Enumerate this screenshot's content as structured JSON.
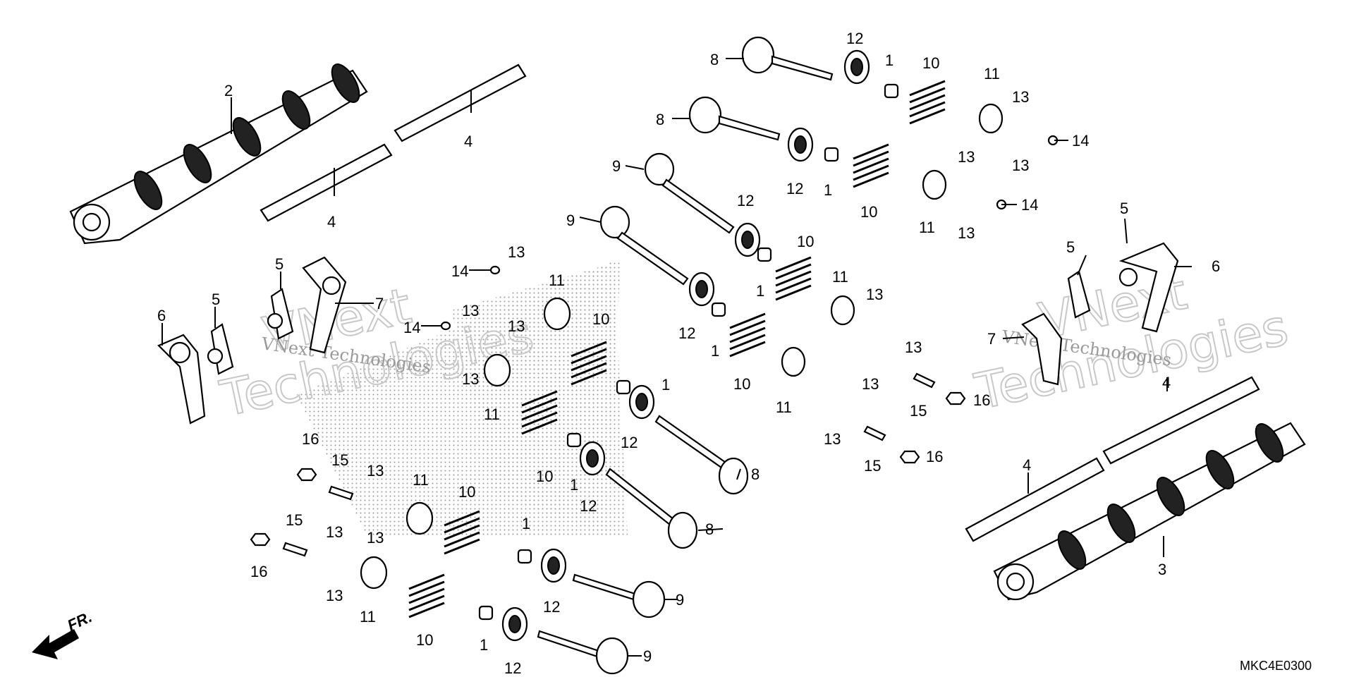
{
  "diagram_code": "MKC4E0300",
  "direction_label": "FR.",
  "watermark": {
    "brand_top": "VNext",
    "brand_bottom": "Technologies",
    "caption": "VNext Technologies"
  },
  "callouts": {
    "c1a": "1",
    "c1b": "1",
    "c1c": "1",
    "c1d": "1",
    "c1e": "1",
    "c1f": "1",
    "c1g": "1",
    "c1h": "1",
    "c2": "2",
    "c3": "3",
    "c4a": "4",
    "c4b": "4",
    "c4c": "4",
    "c4d": "4",
    "c5a": "5",
    "c5b": "5",
    "c5c": "5",
    "c5d": "5",
    "c6a": "6",
    "c6b": "6",
    "c7a": "7",
    "c7b": "7",
    "c8a": "8",
    "c8b": "8",
    "c8c": "8",
    "c8d": "8",
    "c9a": "9",
    "c9b": "9",
    "c9c": "9",
    "c9d": "9",
    "c10a": "10",
    "c10b": "10",
    "c10c": "10",
    "c10d": "10",
    "c10e": "10",
    "c10f": "10",
    "c10g": "10",
    "c10h": "10",
    "c11a": "11",
    "c11b": "11",
    "c11c": "11",
    "c11d": "11",
    "c11e": "11",
    "c11f": "11",
    "c11g": "11",
    "c11h": "11",
    "c12a": "12",
    "c12b": "12",
    "c12c": "12",
    "c12d": "12",
    "c12e": "12",
    "c12f": "12",
    "c12g": "12",
    "c12h": "12",
    "c13a": "13",
    "c13b": "13",
    "c13c": "13",
    "c13d": "13",
    "c13e": "13",
    "c13f": "13",
    "c13g": "13",
    "c13h": "13",
    "c13i": "13",
    "c13j": "13",
    "c13k": "13",
    "c13l": "13",
    "c13m": "13",
    "c13n": "13",
    "c13o": "13",
    "c13p": "13",
    "c14a": "14",
    "c14b": "14",
    "c14c": "14",
    "c14d": "14",
    "c15a": "15",
    "c15b": "15",
    "c15c": "15",
    "c15d": "15",
    "c16a": "16",
    "c16b": "16",
    "c16c": "16",
    "c16d": "16"
  }
}
